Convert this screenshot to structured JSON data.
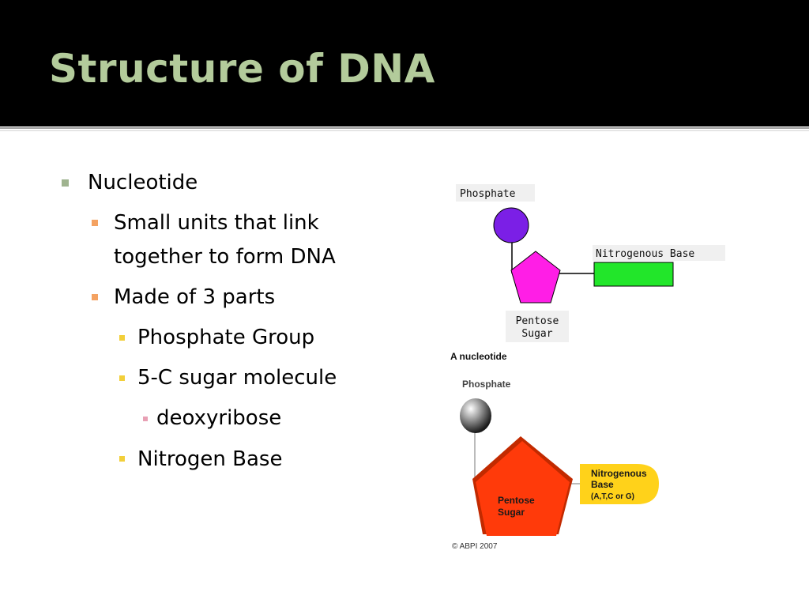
{
  "slide": {
    "title": "Structure of DNA",
    "bullets": {
      "nucleotide": "Nucleotide",
      "small_units_line1": "Small units that link",
      "small_units_line2": "together to form DNA",
      "made_of": "Made of 3 parts",
      "phosphate_group": "Phosphate Group",
      "sugar_molecule": "5-C sugar molecule",
      "deoxyribose": "deoxyribose",
      "nitrogen_base": "Nitrogen Base"
    }
  },
  "diagram_a": {
    "phosphate_label": "Phosphate",
    "base_label": "Nitrogenous Base",
    "sugar_label_line1": "Pentose",
    "sugar_label_line2": "Sugar",
    "colors": {
      "phosphate": "#7b1fe6",
      "sugar": "#ff1ee6",
      "base": "#22e62a"
    }
  },
  "diagram_b": {
    "caption": "A nucleotide",
    "phosphate_label": "Phosphate",
    "base_label_line1": "Nitrogenous",
    "base_label_line2": "Base",
    "base_label_line3": "(A,T,C or G)",
    "sugar_label_line1": "Pentose",
    "sugar_label_line2": "Sugar",
    "copyright": "© ABPI 2007",
    "colors": {
      "sugar": "#ff3a0a",
      "base": "#ffd21a",
      "phosphate": "#7a7a7a"
    }
  }
}
